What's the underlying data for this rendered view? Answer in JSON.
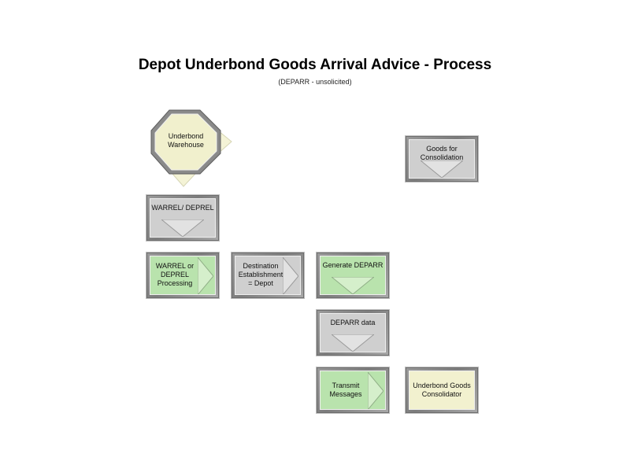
{
  "title": "Depot Underbond Goods Arrival Advice - Process",
  "subtitle": "(DEPARR - unsolicited)",
  "nodes": {
    "underbond_warehouse": "Underbond Warehouse",
    "goods_for_consolidation": "Goods for Consolidation",
    "warrel_deprel": "WARREL/ DEPREL",
    "warrel_or_deprel_processing": "WARREL or DEPREL Processing",
    "destination_establishment": "Destination Establishment = Depot",
    "generate_deparr": "Generate DEPARR",
    "deparr_data": "DEPARR data",
    "transmit_messages": "Transmit Messages",
    "underbond_goods_consolidator": "Underbond Goods Consolidator"
  },
  "colors": {
    "data_gray": "#cfcfcf",
    "process_green": "#b9e3ad",
    "entity_yellow": "#f2f1cf",
    "frame": "#7d7d7d"
  }
}
